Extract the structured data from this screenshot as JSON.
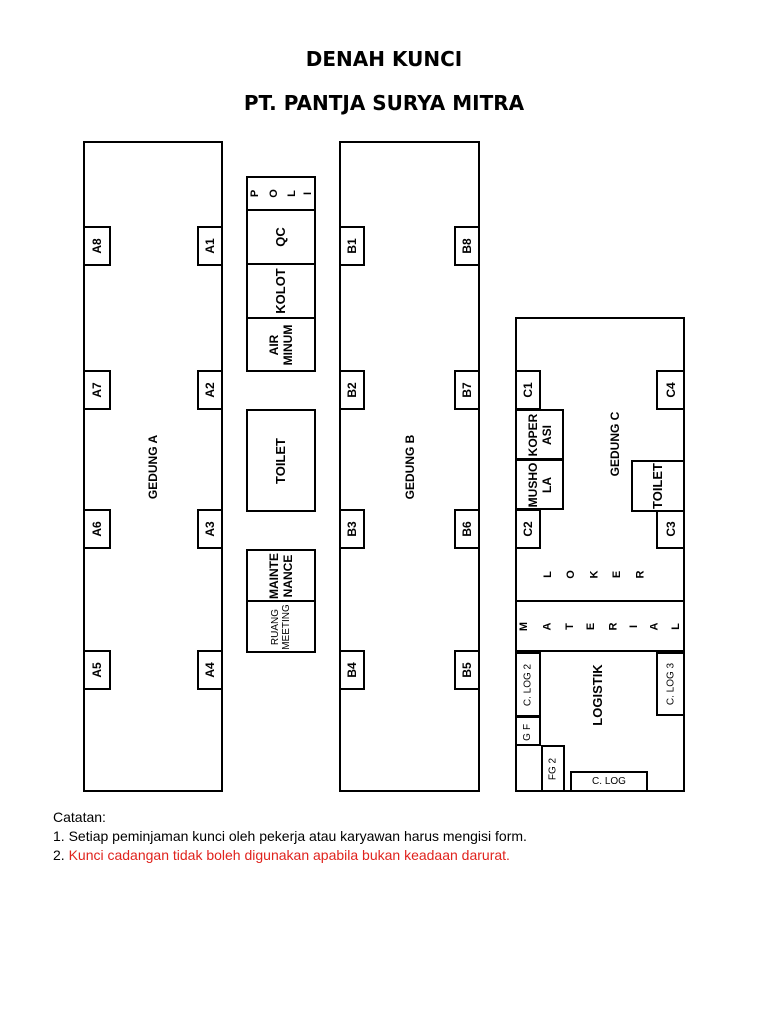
{
  "title": "DENAH KUNCI",
  "subtitle": "PT. PANTJA SURYA MITRA",
  "gedung_a": {
    "label": "GEDUNG A",
    "keys_left": [
      "A8",
      "A7",
      "A6",
      "A5"
    ],
    "keys_right": [
      "A1",
      "A2",
      "A3",
      "A4"
    ]
  },
  "gedung_b": {
    "label": "GEDUNG B",
    "keys_left": [
      "B1",
      "B2",
      "B3",
      "B4"
    ],
    "keys_right": [
      "B8",
      "B7",
      "B6",
      "B5"
    ]
  },
  "middle": {
    "poli": [
      "P",
      "O",
      "L",
      "I"
    ],
    "qc": "QC",
    "kolot": "KOLOT",
    "air_minum": "AIR\nMINUM",
    "toilet": "TOILET",
    "maintenance": "MAINTE\nNANCE",
    "ruang_meeting": "RUANG\nMEETING"
  },
  "gedung_c": {
    "label": "GEDUNG C",
    "keys": [
      "C1",
      "C4",
      "C2",
      "C3"
    ],
    "koperasi": "KOPER\nASI",
    "musholla": "MUSHO\nLA",
    "toilet": "TOILET",
    "loker": [
      "L",
      "O",
      "K",
      "E",
      "R"
    ],
    "material": [
      "M",
      "A",
      "T",
      "E",
      "R",
      "I",
      "A",
      "L"
    ],
    "logistik": "LOGISTIK",
    "c_log_2": "C. LOG 2",
    "c_log_3": "C. LOG 3",
    "fg": [
      "F",
      "G"
    ],
    "fg2": "FG 2",
    "c_log": "C. LOG"
  },
  "notes": {
    "heading": "Catatan:",
    "item1": "1. Setiap peminjaman kunci oleh pekerja atau karyawan harus mengisi form.",
    "item2_number": "2.",
    "item2_text": "Kunci cadangan tidak boleh digunakan apabila bukan keadaan darurat."
  },
  "colors": {
    "line": "#000000",
    "warning_text": "#e0231d"
  }
}
